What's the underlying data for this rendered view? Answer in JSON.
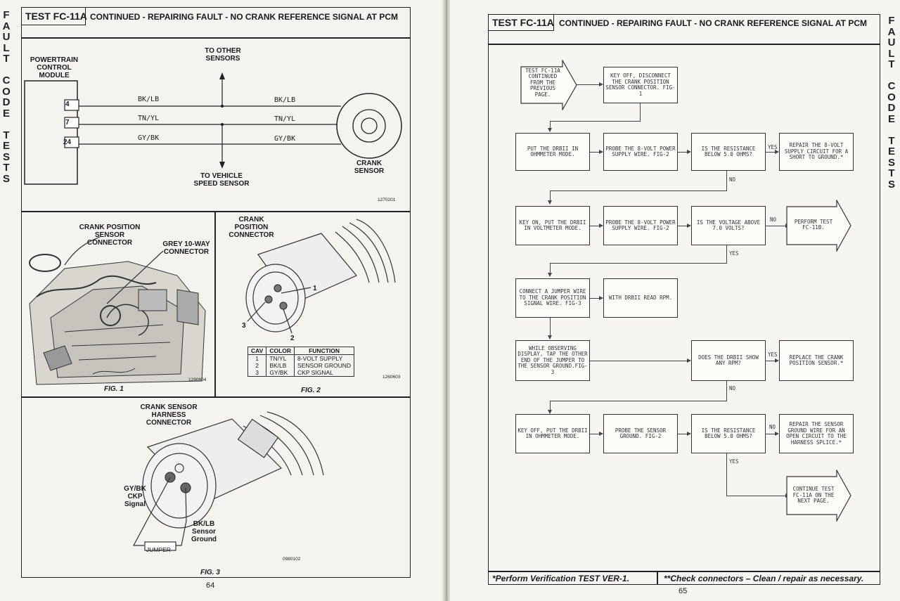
{
  "side_tab_letters": [
    "F",
    "A",
    "U",
    "L",
    "T",
    "",
    "C",
    "O",
    "D",
    "E",
    "",
    "T",
    "E",
    "S",
    "T",
    "S"
  ],
  "left": {
    "test_id": "TEST FC-11A",
    "title": "CONTINUED - REPAIRING FAULT - NO CRANK REFERENCE SIGNAL AT PCM",
    "wiring": {
      "pcm_label": "POWERTRAIN CONTROL MODULE",
      "pins": [
        "4",
        "7",
        "24"
      ],
      "wires_left": [
        "BK/LB",
        "TN/YL",
        "GY/BK"
      ],
      "wires_right": [
        "BK/LB",
        "TN/YL",
        "GY/BK"
      ],
      "to_other_sensors": "TO OTHER SENSORS",
      "to_vss": "TO VEHICLE SPEED SENSOR",
      "crank_sensor": "CRANK SENSOR",
      "ref": "1270201"
    },
    "fig1": {
      "label_crank_conn": "CRANK POSITION SENSOR CONNECTOR",
      "label_grey": "GREY 10-WAY CONNECTOR",
      "ref": "1290604",
      "caption": "FIG. 1"
    },
    "fig2": {
      "label": "CRANK POSITION CONNECTOR",
      "callouts": [
        "1",
        "2",
        "3"
      ],
      "table_headers": [
        "CAV",
        "COLOR",
        "FUNCTION"
      ],
      "table_rows": [
        [
          "1",
          "TN/YL",
          "8-VOLT SUPPLY"
        ],
        [
          "2",
          "BK/LB",
          "SENSOR GROUND"
        ],
        [
          "3",
          "GY/BK",
          "CKP SIGNAL"
        ]
      ],
      "ref": "1260603",
      "caption": "FIG. 2"
    },
    "fig3": {
      "label": "CRANK SENSOR HARNESS CONNECTOR",
      "gy_label": "GY/BK CKP Signal",
      "bk_label": "BK/LB Sensor Ground",
      "jumper": "JUMPER",
      "ref": "0980102",
      "caption": "FIG. 3"
    },
    "page_number": "64"
  },
  "right": {
    "test_id": "TEST FC-11A",
    "title": "CONTINUED - REPAIRING FAULT - NO CRANK REFERENCE SIGNAL AT PCM",
    "flow": {
      "b1": "TEST FC-11A CONTINUED FROM THE PREVIOUS PAGE.",
      "b2": "KEY OFF, DISCONNECT THE CRANK POSITION SENSOR CONNECTOR. FIG-1",
      "b3": "PUT THE DRBII IN OHMMETER MODE.",
      "b4": "PROBE THE 8-VOLT POWER SUPPLY WIRE. FIG-2",
      "b5": "IS THE RESISTANCE BELOW 5.0 OHMS?",
      "b6": "REPAIR THE 8-VOLT SUPPLY CIRCUIT FOR A SHORT TO GROUND.*",
      "b7": "KEY ON, PUT THE DRBII IN VOLTMETER MODE.",
      "b8": "PROBE THE 8-VOLT POWER SUPPLY WIRE. FIG-2",
      "b9": "IS THE VOLTAGE ABOVE 7.0 VOLTS?",
      "b10": "PERFORM TEST FC-11B.",
      "b11": "CONNECT A JUMPER WIRE TO THE CRANK POSITION SIGNAL WIRE. FIG-3",
      "b12": "WITH DRBII READ RPM.",
      "b13": "WHILE OBSERVING DISPLAY, TAP THE OTHER END OF THE JUMPER TO THE SENSOR GROUND.FIG-3",
      "b14": "DOES THE DRBII SHOW ANY RPM?",
      "b15": "REPLACE THE CRANK POSITION SENSOR.*",
      "b16": "KEY OFF, PUT THE DRBII IN OHMMETER MODE.",
      "b17": "PROBE THE SENSOR GROUND. FIG-2",
      "b18": "IS THE RESISTANCE BELOW 5.0 OHMS?",
      "b19": "REPAIR THE SENSOR GROUND WIRE FOR AN OPEN CIRCUIT TO THE HARNESS SPLICE.*",
      "b20": "CONTINUE TEST FC-11A ON THE NEXT PAGE.",
      "yes": "YES",
      "no": "NO"
    },
    "footer_left": "*Perform Verification TEST VER-1.",
    "footer_right": "**Check connectors – Clean / repair as necessary.",
    "page_number": "65"
  }
}
